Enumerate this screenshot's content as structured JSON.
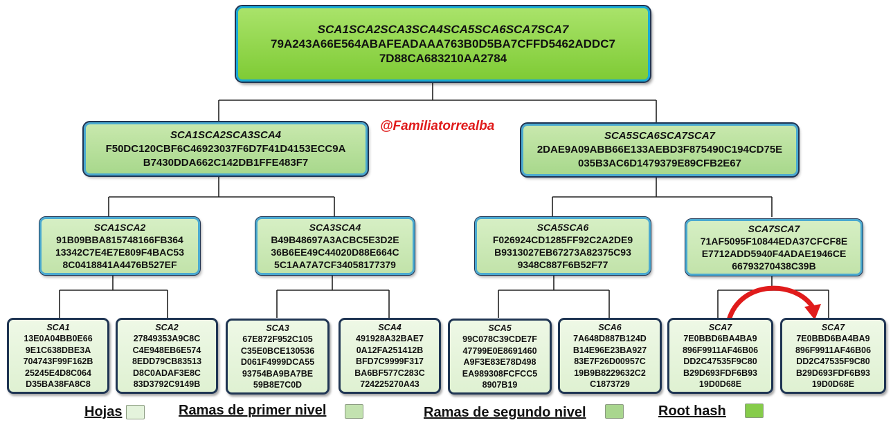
{
  "watermark": "@Familiatorrealba",
  "root": {
    "title": "SCA1SCA2SCA3SCA4SCA5SCA6SCA7SCA7",
    "hash": [
      "79A243A66E564ABAFEADAAA763B0D5BA7CFFD5462ADDC7",
      "7D88CA683210AA2784"
    ]
  },
  "level1": [
    {
      "title": "SCA1SCA2SCA3SCA4",
      "hash": [
        "F50DC120CBF6C46923037F6D7F41D4153ECC9A",
        "B7430DDA662C142DB1FFE483F7"
      ]
    },
    {
      "title": "SCA5SCA6SCA7SCA7",
      "hash": [
        "2DAE9A09ABB66E133AEBD3F875490C194CD75E",
        "035B3AC6D1479379E89CFB2E67"
      ]
    }
  ],
  "level2": [
    {
      "title": "SCA1SCA2",
      "hash": [
        "91B09BBA815748166FB364",
        "13342C7E4E7E809F4BAC53",
        "8C0418841A4476B527EF"
      ]
    },
    {
      "title": "SCA3SCA4",
      "hash": [
        "B49B48697A3ACBC5E3D2E",
        "36B6EE49C44020D88E664C",
        "5C1AA7A7CF34058177379"
      ]
    },
    {
      "title": "SCA5SCA6",
      "hash": [
        "F026924CD1285FF92C2A2DE9",
        "B9313027EB67273A82375C93",
        "9348C887F6B52F77"
      ]
    },
    {
      "title": "SCA7SCA7",
      "hash": [
        "71AF5095F10844EDA37CFCF8E",
        "E7712ADD5940F4ADAE1946CE",
        "66793270438C39B"
      ]
    }
  ],
  "leaves": [
    {
      "title": "SCA1",
      "hash": [
        "13E0A04BB0E66",
        "9E1C638DBE3A",
        "704743F99F162B",
        "25245E4D8C064",
        "D35BA38FA8C8"
      ]
    },
    {
      "title": "SCA2",
      "hash": [
        "27849353A9C8C",
        "C4E948EB6E574",
        "8EDD79CB83513",
        "D8C0ADAF3E8C",
        "83D3792C9149B"
      ]
    },
    {
      "title": "SCA3",
      "hash": [
        "67E872F952C105",
        "C35E0BCE130536",
        "D061F4999DCA55",
        "93754BA9BA7BE",
        "59B8E7C0D"
      ]
    },
    {
      "title": "SCA4",
      "hash": [
        "491928A32BAE7",
        "0A12FA251412B",
        "BFD7C9999F317",
        "BA6BF577C283C",
        "724225270A43"
      ]
    },
    {
      "title": "SCA5",
      "hash": [
        "99C078C39CDE7F",
        "47799E0E8691460",
        "A9F3E83E78D498",
        "EA989308FCFCC5",
        "8907B19"
      ]
    },
    {
      "title": "SCA6",
      "hash": [
        "7A648D887B124D",
        "B14E96E23BA927",
        "83E7F26D00957C",
        "19B9B8229632C2",
        "C1873729"
      ]
    },
    {
      "title": "SCA7",
      "hash": [
        "7E0BBD6BA4BA9",
        "896F9911AF46B06",
        "DD2C47535F9C80",
        "B29D693FDF6B93",
        "19D0D68E"
      ]
    },
    {
      "title": "SCA7",
      "hash": [
        "7E0BBD6BA4BA9",
        "896F9911AF46B06",
        "DD2C47535F9C80",
        "B29D693FDF6B93",
        "19D0D68E"
      ]
    }
  ],
  "legend": [
    {
      "label": "Hojas",
      "color": "#e4f3dc"
    },
    {
      "label": "Ramas de primer nivel",
      "color": "#c3e2b0"
    },
    {
      "label": "Ramas de segundo nivel",
      "color": "#a9d68e"
    },
    {
      "label": "Root hash",
      "color": "#86cc4a"
    }
  ],
  "duplicate_arrow_color": "#e01b1b"
}
